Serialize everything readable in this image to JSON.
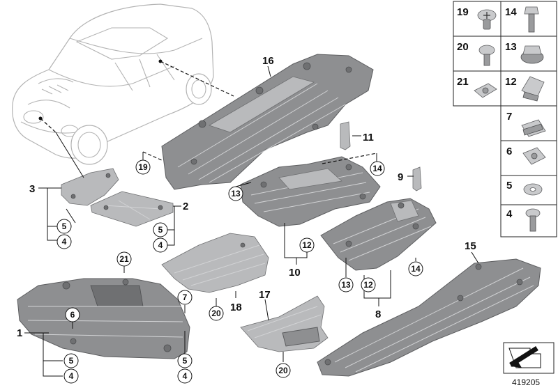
{
  "diagram_id": "419205",
  "callouts": {
    "c1": "1",
    "c2": "2",
    "c3": "3",
    "c4a": "4",
    "c4b": "4",
    "c4c": "4",
    "c4d": "4",
    "c5a": "5",
    "c5b": "5",
    "c5c": "5",
    "c5d": "5",
    "c6": "6",
    "c7": "7",
    "c8": "8",
    "c9": "9",
    "c10": "10",
    "c11": "11",
    "c12a": "12",
    "c12b": "12",
    "c13a": "13",
    "c13b": "13",
    "c14a": "14",
    "c14b": "14",
    "c15": "15",
    "c16": "16",
    "c17": "17",
    "c18": "18",
    "c19": "19",
    "c20a": "20",
    "c20b": "20",
    "c21": "21"
  },
  "legend": {
    "r1a": "19",
    "r1b": "14",
    "r2a": "20",
    "r2b": "13",
    "r3a": "21",
    "r3b": "12",
    "r4": "7",
    "r5": "6",
    "r6": "5",
    "r7": "4"
  },
  "icons": {
    "view_arrow": "direction-arrow-icon"
  }
}
